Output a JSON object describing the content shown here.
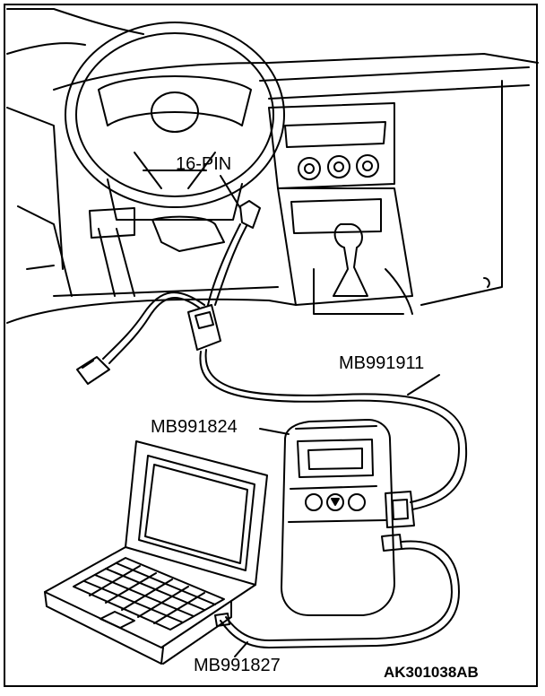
{
  "labels": {
    "connector": "16-PIN",
    "adapter_cable": "MB991911",
    "tester": "MB991824",
    "usb_cable": "MB991827"
  },
  "figure_id": "AK301038AB"
}
